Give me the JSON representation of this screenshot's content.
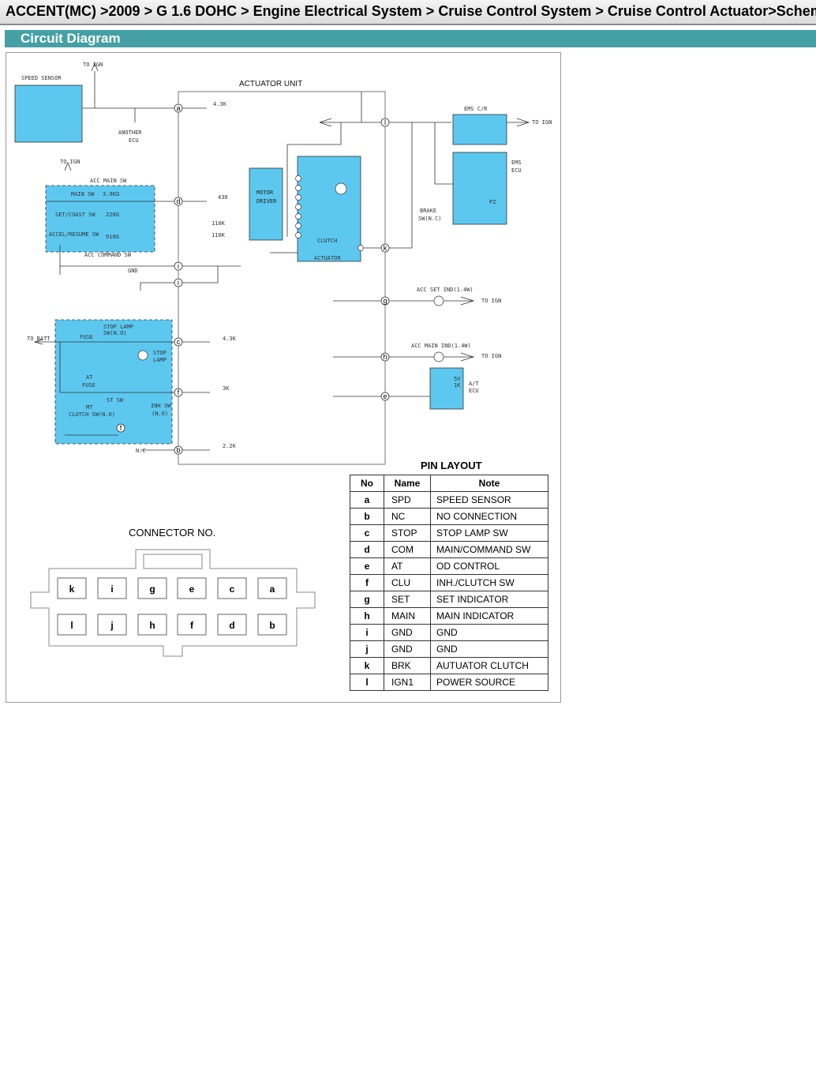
{
  "breadcrumb": {
    "items": [
      "ACCENT(MC) >2009",
      "G 1.6 DOHC",
      "Engine Electrical System",
      "Cruise Control System",
      "Cruise Control Actuator>Schem"
    ],
    "separator": ">"
  },
  "section_title": "Circuit Diagram",
  "diagram": {
    "to_ign": "TO IGN",
    "speed_sensor": "SPEED SENSOR",
    "another_ecu_1": "ANOTHER",
    "another_ecu_2": "ECU",
    "actuator_unit": "ACTUATOR UNIT",
    "acc_main_sw": "ACC MAIN SW",
    "main_sw": "MAIN SW",
    "r_main": "3.9KΩ",
    "set_coast": "SET/COAST SW",
    "r_set": "220Ω",
    "accel_resume": "ACCEL/RESUME SW",
    "r_accel": "910Ω",
    "acc_command_sw": "ACC COMMAND SW",
    "gnd": "GND",
    "motor_driver_1": "MOTOR",
    "motor_driver_2": "DRIVER",
    "clutch": "CLUTCH",
    "actuator": "ACTUATOR",
    "ems_cr": "EMS C/R",
    "ems_ecu_1": "EMS",
    "ems_ecu_2": "ECU",
    "pz": "PZ",
    "brake_sw_1": "BRAKE",
    "brake_sw_2": "SW(N.C)",
    "acc_set_ind": "ACC SET IND(1.4W)",
    "acc_main_ind": "ACC MAIN IND(1.4W)",
    "to_batt": "TO BATT",
    "fuse": "FUSE",
    "stop_lamp_sw_1": "STOP LAMP",
    "stop_lamp_sw_2": "SW(N.O)",
    "stop_lamp_1": "STOP",
    "stop_lamp_2": "LAMP",
    "at": "AT",
    "at_fuse": "FUSE",
    "st_sw": "ST SW",
    "mt": "MT",
    "clutch_sw": "CLUTCH SW(N.O)",
    "inh_sw_1": "INH SW",
    "inh_sw_2": "(N.O)",
    "at_ecu_1": "A/T",
    "at_ecu_2": "ECU",
    "v5": "5V",
    "k1": "1K",
    "nc": "N.C",
    "r_a": "4.3K",
    "r_d1": "430",
    "r_d2": "110K",
    "r_d3": "110K",
    "r_c": "4.3K",
    "r_f": "3K",
    "r_b": "2.2K",
    "pins": [
      "a",
      "b",
      "c",
      "d",
      "e",
      "f",
      "g",
      "h",
      "i",
      "j",
      "k",
      "l"
    ]
  },
  "pin_layout": {
    "title": "PIN LAYOUT",
    "headers": [
      "No",
      "Name",
      "Note"
    ],
    "rows": [
      {
        "no": "a",
        "name": "SPD",
        "note": "SPEED SENSOR"
      },
      {
        "no": "b",
        "name": "NC",
        "note": "NO CONNECTION"
      },
      {
        "no": "c",
        "name": "STOP",
        "note": "STOP LAMP SW"
      },
      {
        "no": "d",
        "name": "COM",
        "note": "MAIN/COMMAND SW"
      },
      {
        "no": "e",
        "name": "AT",
        "note": "OD CONTROL"
      },
      {
        "no": "f",
        "name": "CLU",
        "note": "INH./CLUTCH SW"
      },
      {
        "no": "g",
        "name": "SET",
        "note": "SET INDICATOR"
      },
      {
        "no": "h",
        "name": "MAIN",
        "note": "MAIN INDICATOR"
      },
      {
        "no": "i",
        "name": "GND",
        "note": "GND"
      },
      {
        "no": "j",
        "name": "GND",
        "note": "GND"
      },
      {
        "no": "k",
        "name": "BRK",
        "note": "AUTUATOR CLUTCH"
      },
      {
        "no": "l",
        "name": "IGN1",
        "note": "POWER SOURCE"
      }
    ]
  },
  "connector": {
    "title": "CONNECTOR NO.",
    "top_row": [
      "k",
      "i",
      "g",
      "e",
      "c",
      "a"
    ],
    "bottom_row": [
      "l",
      "j",
      "h",
      "f",
      "d",
      "b"
    ]
  }
}
